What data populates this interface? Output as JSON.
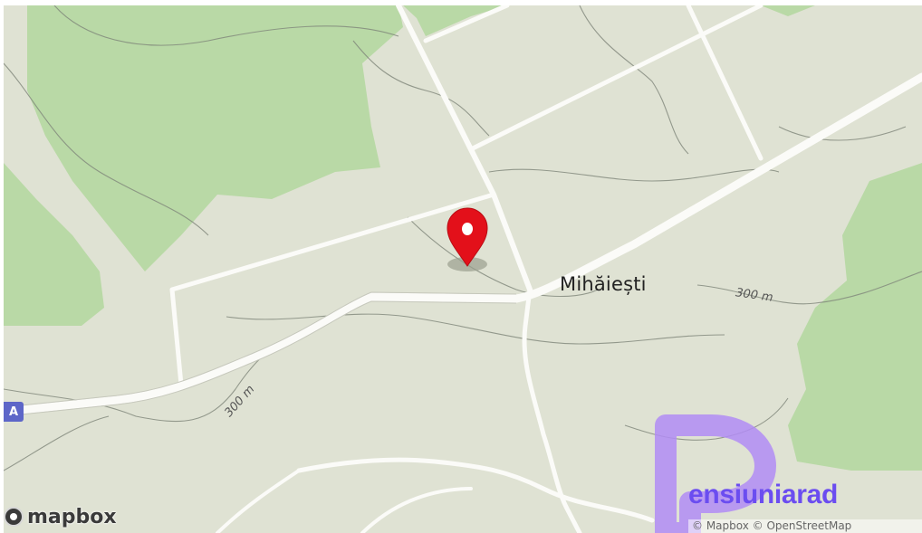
{
  "map": {
    "place_label": "Mihăiești",
    "contour_label_1": "300 m",
    "contour_label_2": "300 m",
    "route_shield": "A",
    "marker_color": "#e3101a",
    "land_color": "#dfe2d3",
    "forest_color": "#b9d9a6",
    "road_color": "#fbfbf8"
  },
  "branding": {
    "mapbox_logo": "mapbox",
    "attribution": "© Mapbox © OpenStreetMap",
    "watermark_text": "ensiuniarad",
    "watermark_color": "#6b4df0"
  }
}
